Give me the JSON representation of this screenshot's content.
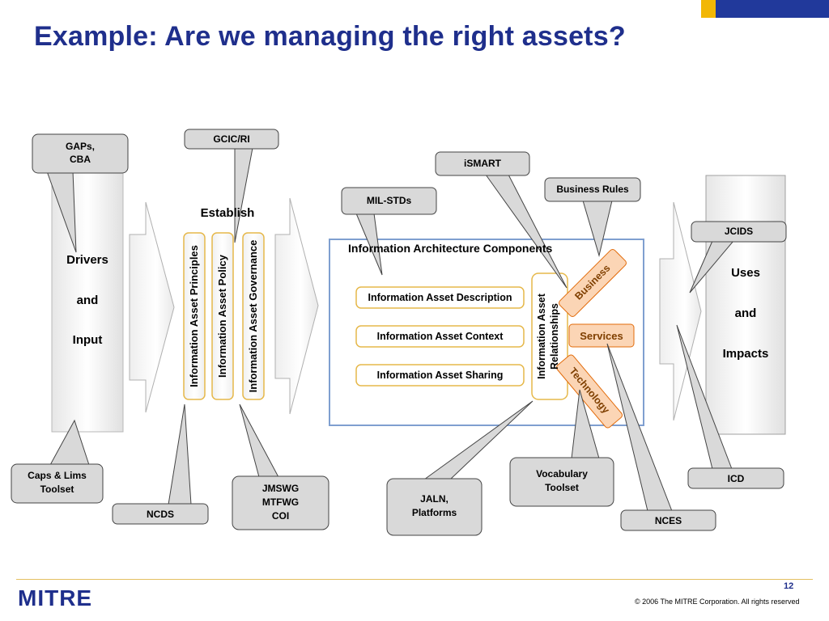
{
  "slide": {
    "title": "Example:  Are we managing the right assets?",
    "page_number": "12",
    "logo_text": "MITRE",
    "copyright": "© 2006 The MITRE Corporation. All rights reserved"
  },
  "drivers": {
    "line1": "Drivers",
    "line2": "and",
    "line3": "Input"
  },
  "establish": {
    "label": "Establish",
    "items": [
      "Information Asset Principles",
      "Information Asset Policy",
      "Information Asset Governance"
    ]
  },
  "iac": {
    "title": "Information Architecture Components",
    "items": [
      "Information Asset Description",
      "Information Asset Context",
      "Information Asset Sharing"
    ],
    "relationships_line1": "Information Asset",
    "relationships_line2": "Relationships",
    "business": "Business",
    "services": "Services",
    "technology": "Technology"
  },
  "uses": {
    "line1": "Uses",
    "line2": "and",
    "line3": "Impacts"
  },
  "callouts": {
    "gaps": [
      "GAPs,",
      "CBA"
    ],
    "gcic": "GCIC/RI",
    "ismart": "iSMART",
    "mil_stds": "MIL-STDs",
    "business_rules": "Business Rules",
    "jcids": "JCIDS",
    "caps": [
      "Caps & Lims",
      "Toolset"
    ],
    "ncds": "NCDS",
    "jmswg": [
      "JMSWG",
      "MTFWG",
      "COI"
    ],
    "jaln": [
      "JALN,",
      "Platforms"
    ],
    "vocabulary": [
      "Vocabulary",
      "Toolset"
    ],
    "nces": "NCES",
    "icd": "ICD"
  },
  "colors": {
    "title": "#1f2f8c",
    "callout_fill": "#d9d9d9",
    "gold_border": "#e6b84a",
    "orange_fill": "#fbd5b5",
    "orange_border": "#e26b0a",
    "iac_border": "#7f9fd0",
    "corner_blue": "#21399b",
    "corner_gold": "#f2b705"
  }
}
